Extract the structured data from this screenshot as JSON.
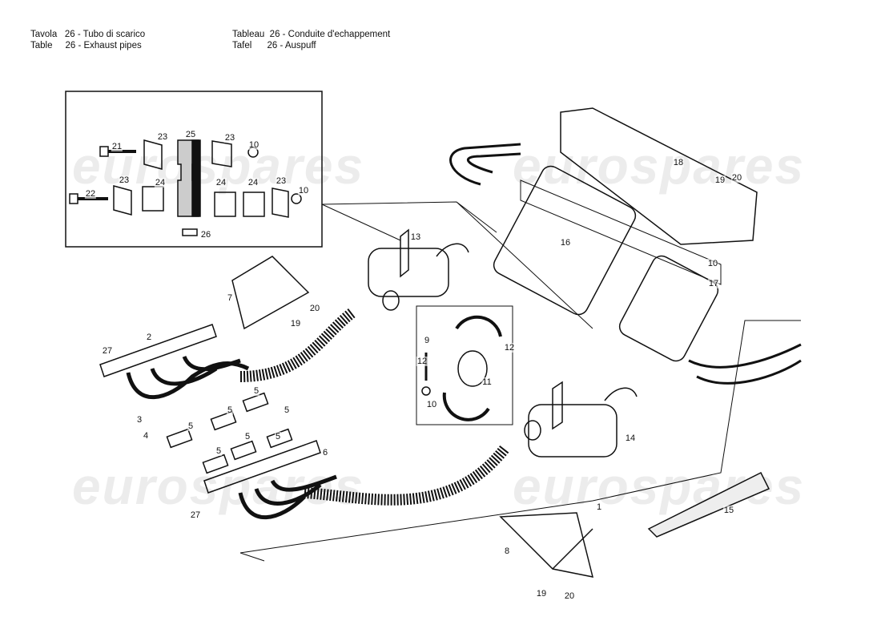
{
  "header": {
    "it": "Tavola   26 - Tubo di scarico",
    "en": "Table     26 - Exhaust pipes",
    "fr": "Tableau  26 - Conduite d'echappement",
    "de": "Tafel      26 - Auspuff"
  },
  "watermark": "eurospares",
  "callouts": [
    "21",
    "23",
    "25",
    "23",
    "10",
    "23",
    "22",
    "24",
    "24",
    "24",
    "23",
    "10",
    "26",
    "18",
    "19",
    "20",
    "13",
    "16",
    "10",
    "17",
    "7",
    "20",
    "19",
    "2",
    "27",
    "9",
    "12",
    "12",
    "11",
    "10",
    "3",
    "4",
    "5",
    "5",
    "5",
    "5",
    "5",
    "5",
    "5",
    "6",
    "14",
    "27",
    "1",
    "15",
    "8",
    "19",
    "20"
  ]
}
